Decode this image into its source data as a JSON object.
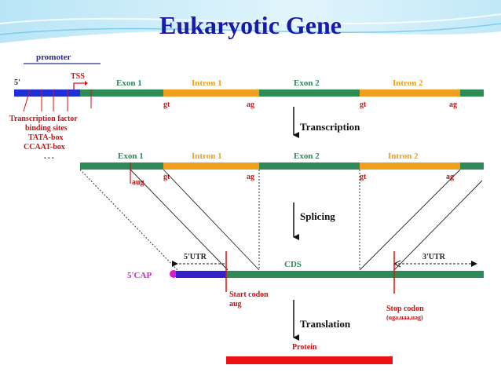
{
  "title": "Eukaryotic Gene",
  "colors": {
    "title": "#1a1aa8",
    "exon": "#2e8b57",
    "intron": "#f0a020",
    "promoter": "#1f2fd6",
    "red": "#dd1111",
    "cap": "#d41fcf",
    "utr": "#3322cc"
  },
  "gene": {
    "promoter_label": "promoter",
    "five_prime": "5'",
    "tss": "TSS",
    "exon1": "Exon 1",
    "intron1": "Intron 1",
    "exon2": "Exon 2",
    "intron2": "Intron 2",
    "gt1": "gt",
    "ag1": "ag",
    "gt2": "gt",
    "ag2": "ag",
    "promoter_notes": [
      "Transcription factor",
      "binding sites",
      "TATA-box",
      "CCAAT-box",
      ". . ."
    ]
  },
  "steps": {
    "transcription": "Transcription",
    "splicing": "Splicing",
    "translation": "Translation"
  },
  "pre_mrna": {
    "exon1": "Exon 1",
    "intron1": "Intron 1",
    "exon2": "Exon 2",
    "intron2": "Intron 2",
    "aug": "aug",
    "gt1": "gt",
    "ag1": "ag",
    "gt2": "gt",
    "ag2": "ag"
  },
  "mrna": {
    "utr5": "5'UTR",
    "cds": "CDS",
    "utr3": "3'UTR",
    "cap": "5'CAP",
    "start_codon": "Start codon",
    "start_codon_seq": "aug",
    "stop_codon": "Stop codon",
    "stop_codon_seqs": "(uga,uaa,uag)"
  },
  "protein": {
    "label": "Protein"
  }
}
